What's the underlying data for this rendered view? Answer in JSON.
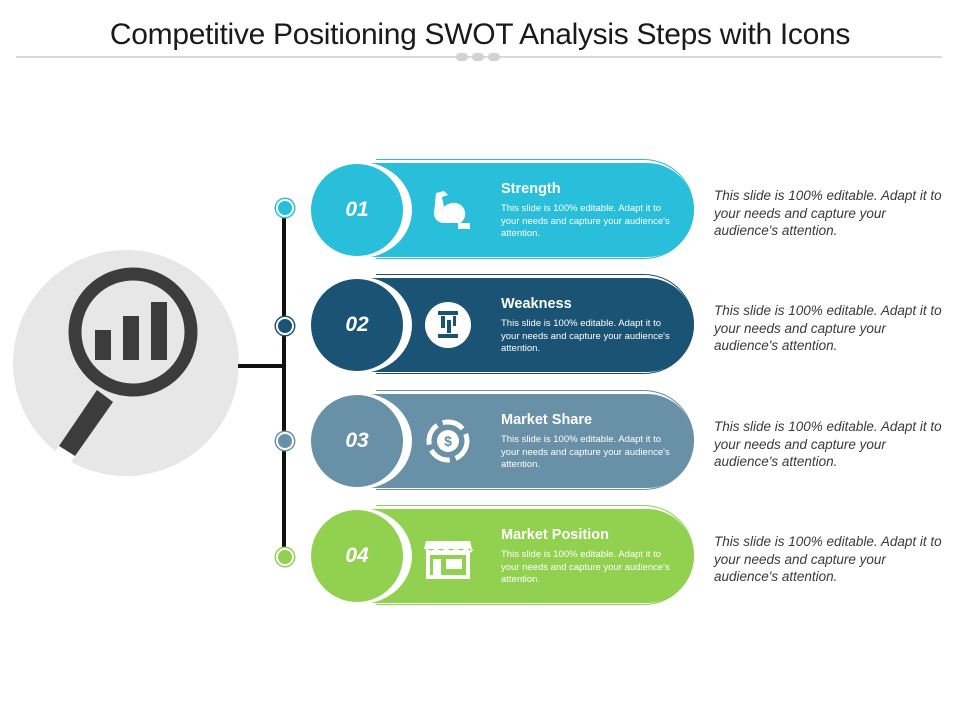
{
  "title": "Competitive Positioning SWOT Analysis Steps with Icons",
  "colors": {
    "step1": "#29bed9",
    "step2": "#1a5374",
    "step3": "#6890a6",
    "step4": "#92d050",
    "hub_bg": "#e8e7e8",
    "hub_icon": "#3c3c3c"
  },
  "hub": {
    "icon": "magnifier-bar-chart-icon"
  },
  "steps": [
    {
      "number": "01",
      "heading": "Strength",
      "description": "This slide is 100% editable. Adapt it to your needs and capture your audience's attention.",
      "icon": "flexed-arm-icon",
      "side_note": "This slide is 100% editable. Adapt it to your needs and capture your audience's attention."
    },
    {
      "number": "02",
      "heading": "Weakness",
      "description": "This slide is 100% editable. Adapt it to your needs and capture your audience's attention.",
      "icon": "broken-pillar-icon",
      "side_note": "This slide is 100% editable. Adapt it to your needs and capture your audience's attention."
    },
    {
      "number": "03",
      "heading": "Market Share",
      "description": "This slide is 100% editable. Adapt it to your needs and capture your audience's attention.",
      "icon": "dollar-cycle-icon",
      "side_note": "This slide is 100% editable. Adapt it to your needs and capture your audience's attention."
    },
    {
      "number": "04",
      "heading": "Market Position",
      "description": "This slide is 100% editable. Adapt it to your needs and capture your audience's attention.",
      "icon": "storefront-icon",
      "side_note": "This slide is 100% editable. Adapt it to your needs and capture your audience's attention."
    }
  ]
}
